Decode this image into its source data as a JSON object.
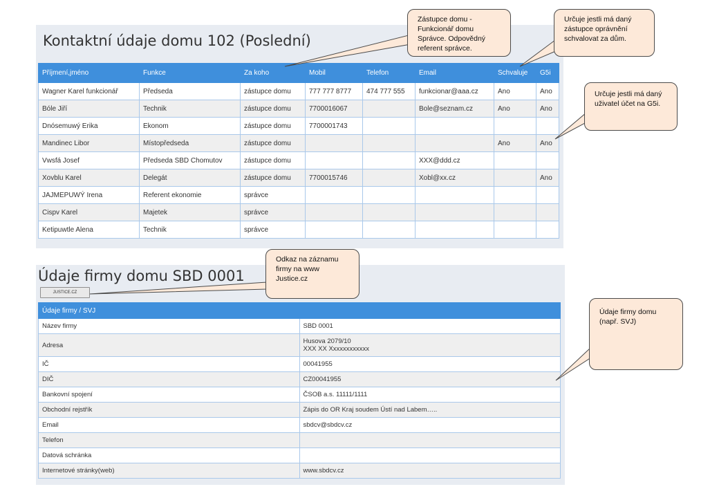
{
  "contacts_section": {
    "title": "Kontaktní údaje domu 102 (Poslední)",
    "columns": [
      "Příjmení,jméno",
      "Funkce",
      "Za koho",
      "Mobil",
      "Telefon",
      "Email",
      "Schvaluje",
      "G5i"
    ],
    "rows": [
      [
        "Wagner Karel funkcionář",
        "Předseda",
        "zástupce domu",
        "777 777 8777",
        "474 777 555",
        "funkcionar@aaa.cz",
        "Ano",
        "Ano"
      ],
      [
        "Bóle Jiří",
        "Technik",
        "zástupce domu",
        "7700016067",
        "",
        "Bole@seznam.cz",
        "Ano",
        "Ano"
      ],
      [
        "Dnósemuwý Erika",
        "Ekonom",
        "zástupce domu",
        "7700001743",
        "",
        "",
        "",
        ""
      ],
      [
        "Mandinec Libor",
        "Místopředseda",
        "zástupce domu",
        "",
        "",
        "",
        "Ano",
        "Ano"
      ],
      [
        "Vwsfá Josef",
        "Předseda SBD Chomutov",
        "zástupce domu",
        "",
        "",
        "XXX@ddd.cz",
        "",
        ""
      ],
      [
        "Xovblu Karel",
        "Delegát",
        "zástupce domu",
        "7700015746",
        "",
        "Xobl@xx.cz",
        "",
        "Ano"
      ],
      [
        "JAJMEPUWÝ Irena",
        "Referent ekonomie",
        "správce",
        "",
        "",
        "",
        "",
        ""
      ],
      [
        "Cispv Karel",
        "Majetek",
        "správce",
        "",
        "",
        "",
        "",
        ""
      ],
      [
        "Ketipuwtle Alena",
        "Technik",
        "správce",
        "",
        "",
        "",
        "",
        ""
      ]
    ]
  },
  "firm_section": {
    "title": "Údaje firmy domu SBD 0001",
    "justice_button": "JUSTICE.CZ",
    "table_header": "Údaje firmy / SVJ",
    "rows": [
      {
        "label": "Název firmy",
        "value": "SBD 0001"
      },
      {
        "label": "Adresa",
        "value": "Husova 2079/10",
        "value2": "XXX XX Xxxxxxxxxxxx"
      },
      {
        "label": "IČ",
        "value": "00041955"
      },
      {
        "label": "DIČ",
        "value": "CZ00041955"
      },
      {
        "label": "Bankovní spojení",
        "value": "ČSOB a.s. 11111/1111"
      },
      {
        "label": "Obchodní rejstřík",
        "value": "Zápis do OR Kraj soudem Ústí nad Labem….."
      },
      {
        "label": "Email",
        "value": "sbdcv@sbdcv.cz"
      },
      {
        "label": "Telefon",
        "value": ""
      },
      {
        "label": "Datová schránka",
        "value": ""
      },
      {
        "label": "Internetové stránky(web)",
        "value": "www.sbdcv.cz"
      }
    ]
  },
  "callouts": {
    "representative": "Zástupce domu - Funkcionář domu Správce. Odpovědný referent správce.",
    "approve": "Určuje jestli má daný zástupce oprávnění schvalovat za dům.",
    "g5i": "Určuje jestli má daný uživatel účet na G5i.",
    "justice": "Odkaz na záznamu firmy na www Justice.cz",
    "firm": "Údaje firmy domu (např. SVJ)"
  },
  "colors": {
    "header_blue": "#3f8fdc",
    "panel_bg": "#e8ecf2",
    "callout_bg": "#fde9d9",
    "cell_border": "#a9c8ea"
  }
}
